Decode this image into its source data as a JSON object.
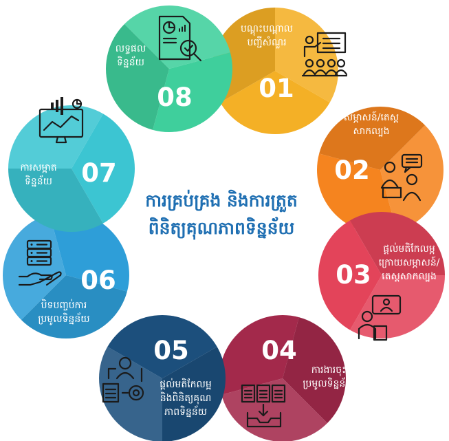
{
  "title": {
    "line1": "ការគ្រប់គ្រង និងការត្រួត",
    "line2": "ពិនិត្យគុណភាពទិន្នន័យ"
  },
  "steps": [
    {
      "number": "01",
      "label": [
        "បណ្តុះបណ្តាល",
        "បញ្ជីសំណួរ"
      ],
      "icon": "presentation-icon",
      "color": "#f4b026"
    },
    {
      "number": "02",
      "label": [
        "សម្ភាសន៍/តេស្ត",
        "សាកល្បង"
      ],
      "icon": "interview-icon",
      "color": "#f5841f"
    },
    {
      "number": "03",
      "label": [
        "ផ្តល់មតិកែលម្អ",
        "ក្រោយសម្ភាសន៍/",
        "តេស្តសាកល្បង"
      ],
      "icon": "feedback-icon",
      "color": "#e3445a"
    },
    {
      "number": "04",
      "label": [
        "ការងារចុះ",
        "ប្រមូលទិន្នន័យ"
      ],
      "icon": "documents-inbox-icon",
      "color": "#a3294b"
    },
    {
      "number": "05",
      "label": [
        "ផ្តល់មតិកែលម្អ",
        "និងពិនិត្យគុណ",
        "ភាពទិន្នន័យ"
      ],
      "icon": "review-process-icon",
      "color": "#1c4f7c"
    },
    {
      "number": "06",
      "label": [
        "បិទបញ្ចប់ការ",
        "ប្រមូលទិន្នន័យ"
      ],
      "icon": "server-hand-icon",
      "color": "#2e9ed8"
    },
    {
      "number": "07",
      "label": [
        "ការសម្អាត",
        "ទិន្នន័យ"
      ],
      "icon": "dashboard-monitor-icon",
      "color": "#3cc5d2"
    },
    {
      "number": "08",
      "label": [
        "លទ្ធផល",
        "ទិន្នន័យ"
      ],
      "icon": "report-magnifier-icon",
      "color": "#3fcf9c"
    }
  ]
}
